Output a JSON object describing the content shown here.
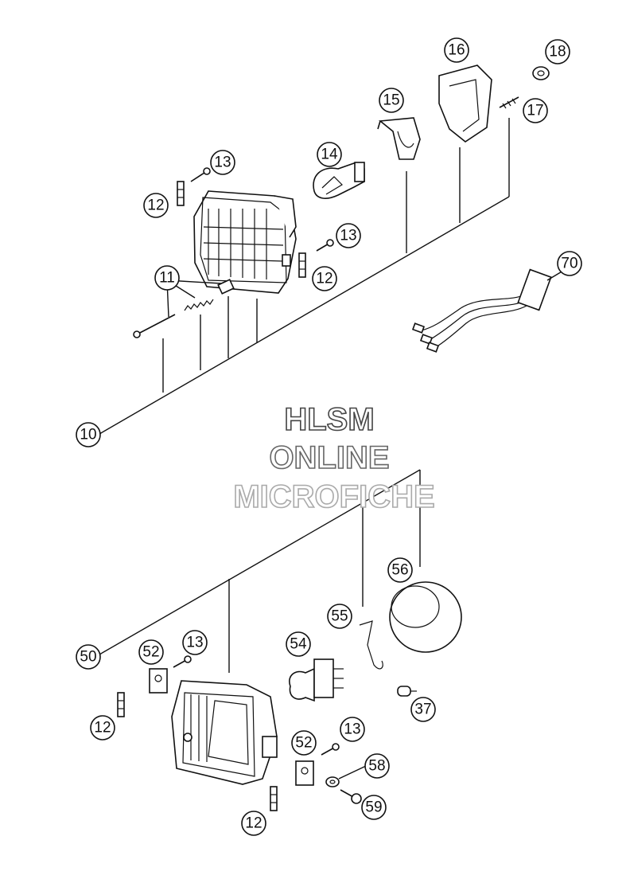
{
  "watermark": {
    "line1": "HLSM",
    "line2": "ONLINE",
    "line3": "MICROFICHE"
  },
  "callouts": {
    "c10": "10",
    "c11": "11",
    "c12a": "12",
    "c12b": "12",
    "c12c": "12",
    "c12d": "12",
    "c13a": "13",
    "c13b": "13",
    "c13c": "13",
    "c13d": "13",
    "c14": "14",
    "c15": "15",
    "c16": "16",
    "c17": "17",
    "c18": "18",
    "c37": "37",
    "c50": "50",
    "c52a": "52",
    "c52b": "52",
    "c54": "54",
    "c55": "55",
    "c56": "56",
    "c58": "58",
    "c59": "59",
    "c70": "70"
  }
}
